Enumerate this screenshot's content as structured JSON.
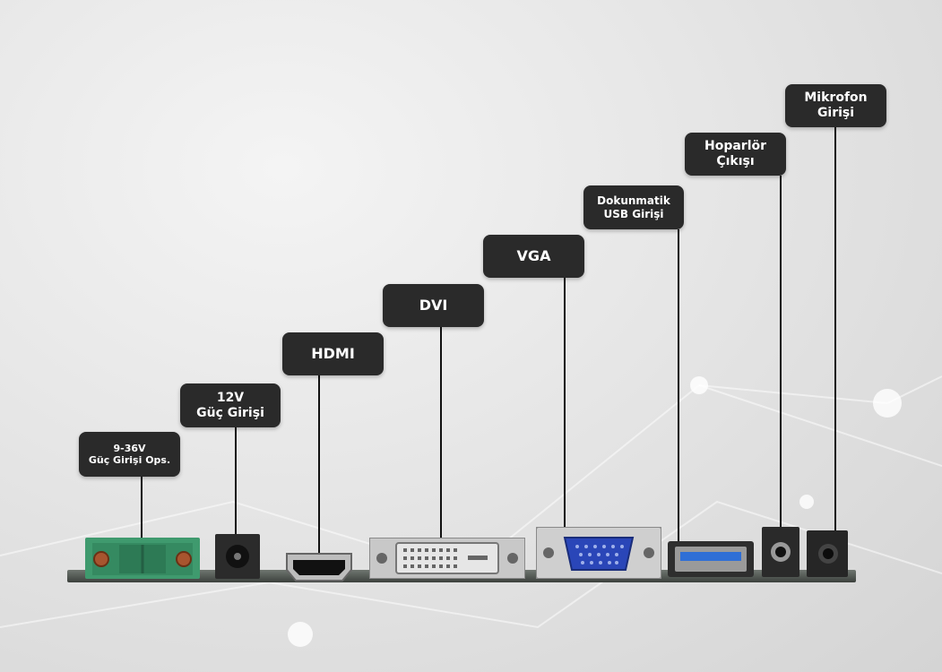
{
  "labels": {
    "power_9_36v": {
      "line1": "9-36V",
      "line2": "Güç Girişi Ops."
    },
    "power_12v": {
      "line1": "12V",
      "line2": "Güç Girişi"
    },
    "hdmi": {
      "line1": "HDMI"
    },
    "dvi": {
      "line1": "DVI"
    },
    "vga": {
      "line1": "VGA"
    },
    "touch_usb": {
      "line1": "Dokunmatik",
      "line2": "USB Girişi"
    },
    "speaker": {
      "line1": "Hoparlör",
      "line2": "Çıkışı"
    },
    "mic": {
      "line1": "Mikrofon",
      "line2": "Girişi"
    }
  },
  "colors": {
    "label_bg": "#2a2a2a",
    "label_text": "#ffffff",
    "terminal_green": "#3f9a6e",
    "vga_blue": "#2a46b8",
    "usb_blue": "#2f6fd6"
  }
}
